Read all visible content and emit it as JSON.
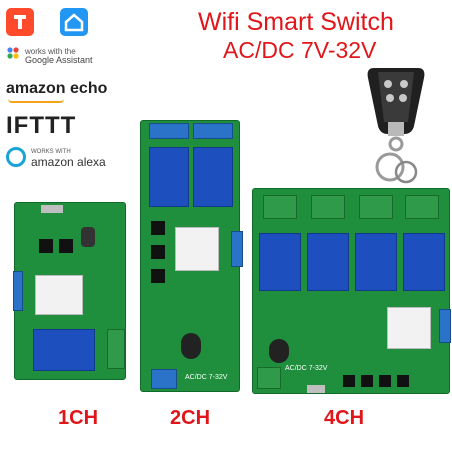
{
  "headline": {
    "title": "Wifi Smart Switch",
    "voltage": "AC/DC 7V-32V"
  },
  "badges": {
    "google_small": "works with the",
    "google_name": "Google Assistant",
    "amazon_echo": "amazon echo",
    "ifttt": "IFTTT",
    "alexa_small": "WORKS WITH",
    "alexa_name": "amazon alexa"
  },
  "boards": {
    "one": {
      "label": "1CH"
    },
    "two": {
      "label": "2CH",
      "print": "AC/DC 7-32V"
    },
    "four": {
      "label": "4CH",
      "print": "AC/DC 7-32V"
    }
  },
  "colors": {
    "accent_red": "#e0161b",
    "pcb_green": "#1f8f3e",
    "relay_blue": "#1e4fbf",
    "terminal_green": "#2f9a4a",
    "terminal_blue": "#2a73c9"
  },
  "icons": [
    "tuya-logo-icon",
    "smart-home-icon",
    "google-assistant-icon",
    "alexa-icon",
    "remote-control-icon"
  ]
}
